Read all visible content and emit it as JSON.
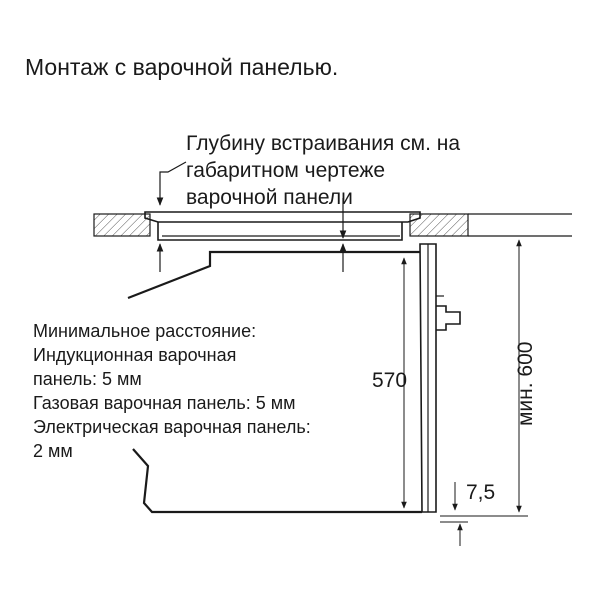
{
  "title": "Монтаж с варочной панелью.",
  "depth_note": {
    "line1": "Глубину встраивания см. на",
    "line2": "габаритном чертеже",
    "line3": "варочной панели"
  },
  "min_distance": {
    "line1": "Минимальное расстояние:",
    "line2": "Индукционная варочная",
    "line3": "панель: 5 мм",
    "line4": "Газовая варочная панель: 5 мм",
    "line5": "Электрическая варочная панель:",
    "line6": "2 мм"
  },
  "dimensions": {
    "oven_height": "570",
    "niche_height": "мин. 600",
    "bottom_gap": "7,5"
  }
}
